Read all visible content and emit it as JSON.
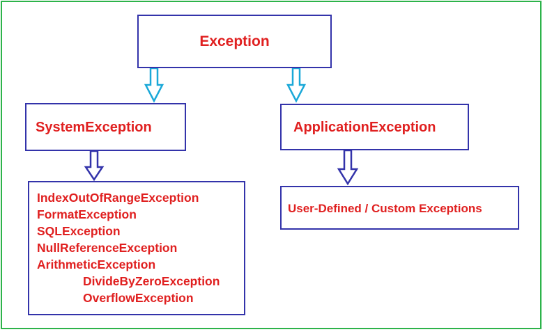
{
  "root": {
    "label": "Exception"
  },
  "children": [
    {
      "label": "SystemException"
    },
    {
      "label": "ApplicationException"
    }
  ],
  "system_exceptions": [
    "IndexOutOfRangeException",
    "FormatException",
    "SQLException",
    "NullReferenceException",
    "ArithmeticException",
    "DivideByZeroException",
    "OverflowException"
  ],
  "application_exceptions": "User-Defined / Custom Exceptions",
  "colors": {
    "border": "#2db34a",
    "box": "#3333aa",
    "text": "#e02020",
    "arrow_cyan": "#1aa8d8",
    "arrow_blue": "#3333aa"
  }
}
